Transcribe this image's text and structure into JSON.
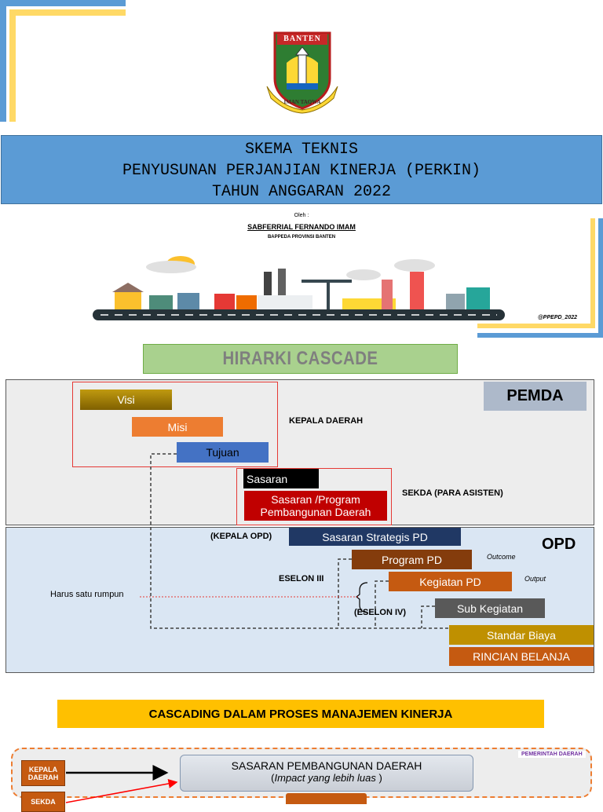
{
  "cover": {
    "logo": {
      "top_text": "BANTEN",
      "bottom_text": "IMAN TAQWA"
    },
    "title_lines": [
      "SKEMA TEKNIS",
      "PENYUSUNAN PERJANJIAN KINERJA (PERKIN)",
      "TAHUN ANGGARAN 2022"
    ],
    "by_label": "Oleh :",
    "author": "SABFERRIAL FERNANDO IMAM",
    "institution": "BAPPEDA PROVINSI BANTEN",
    "handle": "@PPEPD_2022"
  },
  "cascade": {
    "heading": "HIRARKI CASCADE",
    "pemda_label": "PEMDA",
    "opd_label": "OPD",
    "boxes": {
      "visi": "Visi",
      "misi": "Misi",
      "tujuan": "Tujuan",
      "sasaran": "Sasaran",
      "sasaran_program": "Sasaran /Program Pembangunan Daerah",
      "sasaran_strategis": "Sasaran Strategis  PD",
      "program_pd": "Program PD",
      "kegiatan_pd": "Kegiatan PD",
      "sub_kegiatan": "Sub Kegiatan",
      "standar_biaya": "Standar Biaya",
      "rincian_belanja": "RINCIAN BELANJA"
    },
    "labels": {
      "kepala_daerah": "KEPALA DAERAH",
      "sekda": "SEKDA (PARA ASISTEN)",
      "kepala_opd": "(KEPALA OPD)",
      "eselon3": "ESELON III",
      "eselon4": "(ESELON IV)",
      "outcome": "Outcome",
      "output": "Output",
      "rumpun": "Harus satu rumpun"
    },
    "colors": {
      "visi": "#a07d0a",
      "misi": "#ed7d31",
      "tujuan": "#4472c4",
      "sasaran": "#000000",
      "sasaran_program": "#c00000",
      "strategis": "#203864",
      "program": "#843c0c",
      "kegiatan": "#c55a11",
      "sub": "#595959",
      "standar": "#bf9000",
      "rincian": "#c55a11"
    }
  },
  "bottom": {
    "heading": "CASCADING DALAM PROSES MANAJEMEN KINERJA",
    "pemerintah_label": "PEMERINTAH DAERAH",
    "kepala_daerah": "KEPALA DAERAH",
    "sekda": "SEKDA",
    "sasaran_title": "SASARAN PEMBANGUNAN DAERAH",
    "sasaran_sub": "Impact yang lebih luas"
  }
}
